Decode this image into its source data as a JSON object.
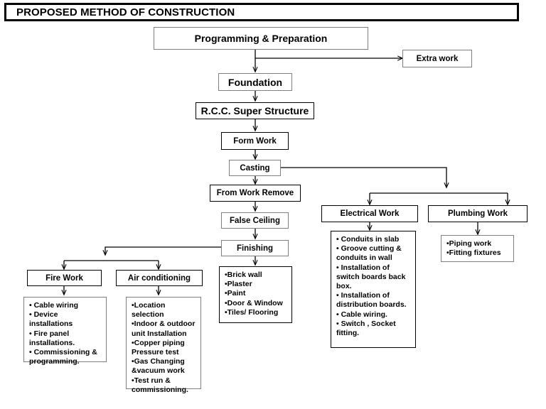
{
  "header": {
    "title": "PROPOSED METHOD OF CONSTRUCTION"
  },
  "nodes": {
    "programming": "Programming & Preparation",
    "extra_work": "Extra work",
    "foundation": "Foundation",
    "rcc": "R.C.C.  Super Structure",
    "form_work": "Form Work",
    "casting": "Casting",
    "from_work_remove": "From Work Remove",
    "false_ceiling": "False Ceiling",
    "finishing": "Finishing",
    "fire_work": "Fire Work",
    "air_conditioning": "Air conditioning",
    "electrical_work": "Electrical Work",
    "plumbing_work": "Plumbing Work"
  },
  "details": {
    "finishing_items": [
      "•Brick wall",
      "•Plaster",
      "•Paint",
      "•Door & Window",
      "•Tiles/ Flooring"
    ],
    "fire_work_items": [
      "• Cable wiring",
      "• Device installations",
      "• Fire panel\ninstallations.",
      "• Commissioning &\nprogramming."
    ],
    "air_conditioning_items": [
      "•Location selection",
      "•Indoor & outdoor\nunit Installation",
      "•Copper piping\nPressure test",
      "•Gas Changing\n&vacuum work",
      "•Test run &\ncommissioning."
    ],
    "electrical_items": [
      "• Conduits in slab",
      "• Groove cutting &\nconduits in wall",
      "• Installation of\nswitch boards back\nbox.",
      "• Installation of\ndistribution boards.",
      "• Cable  wiring.",
      "• Switch , Socket\nfitting."
    ],
    "plumbing_items": [
      "•Piping work",
      "•Fitting fixtures"
    ]
  },
  "chart_data": {
    "type": "diagram",
    "title": "PROPOSED METHOD OF CONSTRUCTION",
    "diagram_kind": "flowchart",
    "edges": [
      {
        "from": "Programming & Preparation",
        "to": "Foundation"
      },
      {
        "from": "Programming & Preparation",
        "to": "Extra work"
      },
      {
        "from": "Foundation",
        "to": "R.C.C.  Super Structure"
      },
      {
        "from": "R.C.C.  Super Structure",
        "to": "Form Work"
      },
      {
        "from": "Form Work",
        "to": "Casting"
      },
      {
        "from": "Casting",
        "to": "From Work Remove"
      },
      {
        "from": "Casting",
        "to": "Electrical Work"
      },
      {
        "from": "Casting",
        "to": "Plumbing Work"
      },
      {
        "from": "From Work Remove",
        "to": "False Ceiling"
      },
      {
        "from": "False Ceiling",
        "to": "Finishing"
      },
      {
        "from": "Finishing",
        "to": "Finishing details"
      },
      {
        "from": "Finishing",
        "to": "Fire Work"
      },
      {
        "from": "Finishing",
        "to": "Air conditioning"
      },
      {
        "from": "Fire Work",
        "to": "Fire Work details"
      },
      {
        "from": "Air conditioning",
        "to": "Air conditioning details"
      },
      {
        "from": "Electrical Work",
        "to": "Electrical Work details"
      },
      {
        "from": "Plumbing Work",
        "to": "Plumbing Work details"
      }
    ],
    "colors": {
      "border": "#000000",
      "shadow_border": "#7f7f7f",
      "background": "#ffffff",
      "text": "#000000"
    }
  }
}
